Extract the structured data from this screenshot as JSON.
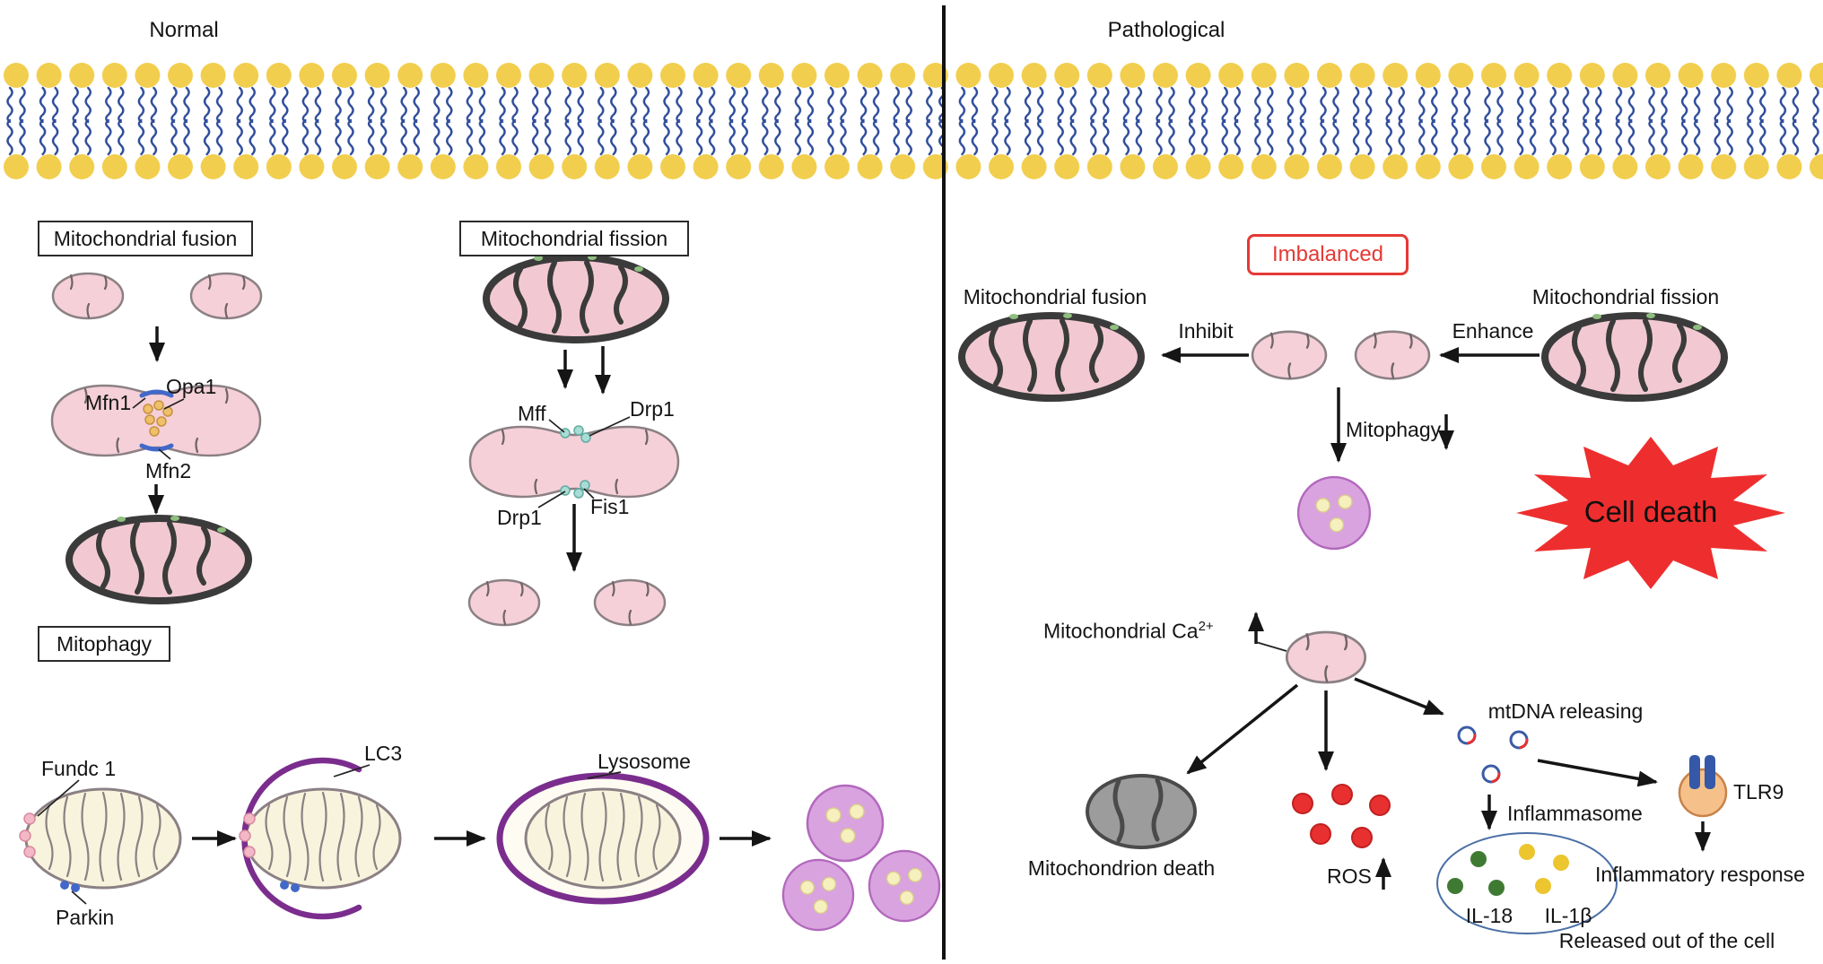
{
  "titles": {
    "normal": "Normal",
    "pathological": "Pathological"
  },
  "left_panel": {
    "fusion_heading": "Mitochondrial fusion",
    "fission_heading": "Mitochondrial fission",
    "mitophagy_heading": "Mitophagy",
    "fusion_labels": {
      "mfn1": "Mfn1",
      "opa1": "Opa1",
      "mfn2": "Mfn2"
    },
    "fission_labels": {
      "mff": "Mff",
      "drp1_upper": "Drp1",
      "drp1_lower": "Drp1",
      "fis1": "Fis1"
    },
    "mitophagy_labels": {
      "fundc1": "Fundc 1",
      "parkin": "Parkin",
      "lc3": "LC3",
      "lysosome": "Lysosome"
    }
  },
  "right_panel": {
    "imbalanced_badge": "Imbalanced",
    "fusion_label": "Mitochondrial fusion",
    "fission_label": "Mitochondrial fission",
    "inhibit_label": "Inhibit",
    "enhance_label": "Enhance",
    "mitophagy_label": "Mitophagy",
    "cell_death_label": "Cell death",
    "mito_calcium_label": "Mitochondrial Ca",
    "mito_calcium_sup": "2+",
    "mitochondrion_death_label": "Mitochondrion death",
    "ros_label": "ROS",
    "mtdna_label": "mtDNA releasing",
    "inflammasome_label": "Inflammasome",
    "il18_label": "IL-18",
    "il1b_label": "IL-1β",
    "released_label": "Released out of the cell",
    "tlr9_label": "TLR9",
    "inflammatory_label": "Inflammatory response"
  },
  "colors": {
    "membrane_head": "#F2CE4E",
    "membrane_tail": "#2F4C9B",
    "mito_pink": "#F5D0D8",
    "mito_dark_outline": "#3B3B3B",
    "mito_cream": "#F8F3DC",
    "lysosome_purple": "#7B2D8E",
    "autophagosome_purple": "#D9A3DF",
    "alert_red": "#E53935",
    "ros_red": "#E83030",
    "tlr9_orange": "#F5C08A",
    "tlr9_blue": "#3558A8",
    "il18_green": "#3F7A33",
    "il1b_yellow": "#ECC52F"
  }
}
